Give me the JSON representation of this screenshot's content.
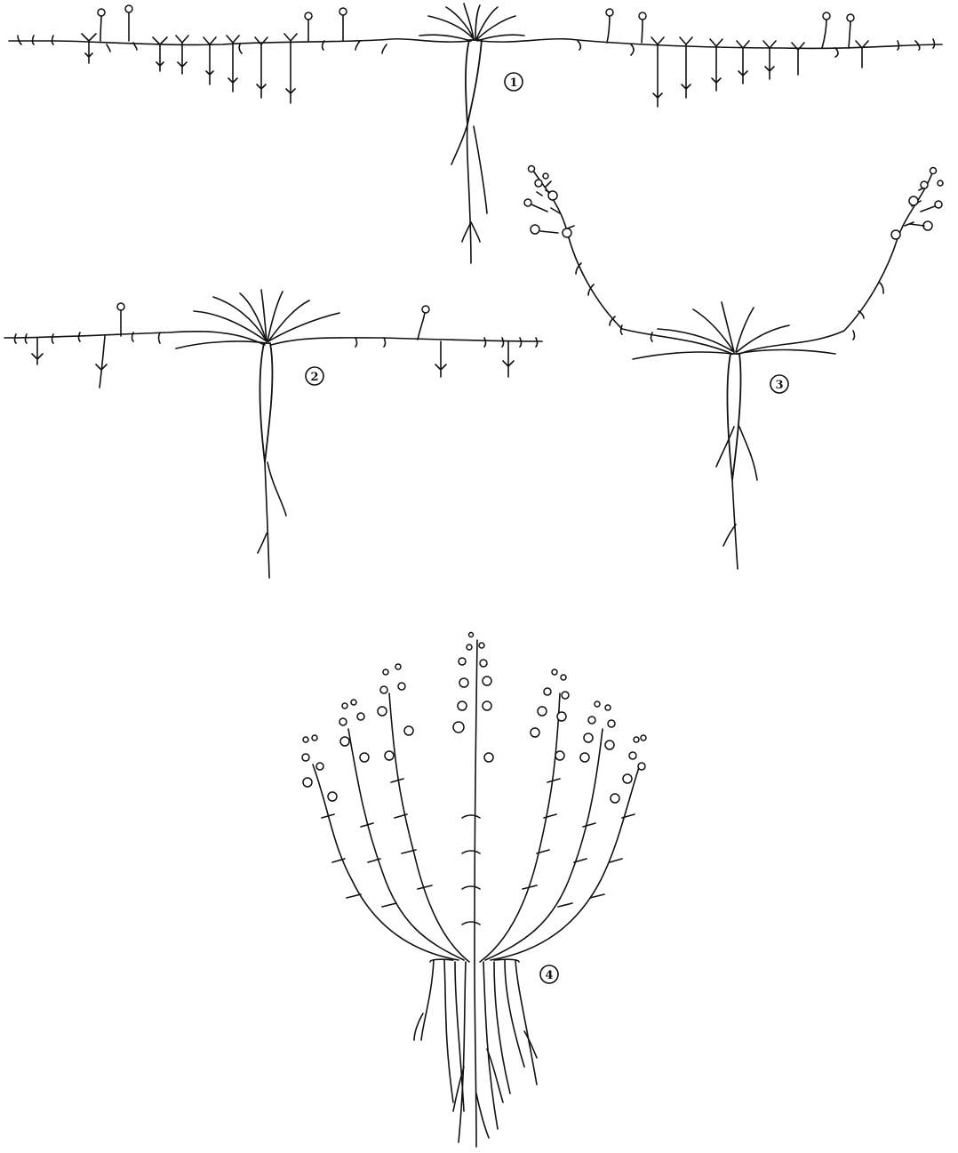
{
  "figure": {
    "panels": [
      {
        "id": "panel-1",
        "label": "1"
      },
      {
        "id": "panel-2",
        "label": "2"
      },
      {
        "id": "panel-3",
        "label": "3"
      },
      {
        "id": "panel-4",
        "label": "4"
      }
    ]
  },
  "colors": {
    "ink": "#111111",
    "background": "#ffffff"
  }
}
